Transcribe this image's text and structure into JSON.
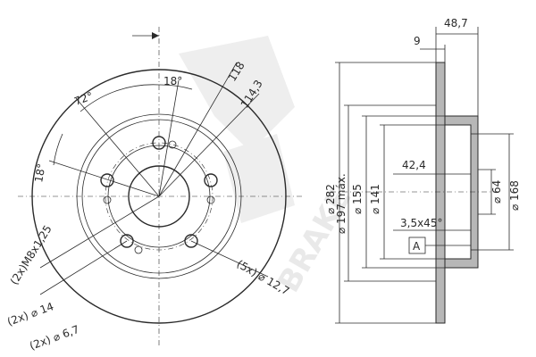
{
  "front_view": {
    "angle_18_top": "18°",
    "angle_72": "72°",
    "angle_18_left": "18°",
    "dim_118": "118",
    "dim_114_3": "114,3",
    "thread": "(2x)M8x1,25",
    "hole_14": "(2x) ⌀ 14",
    "hole_6_7": "(2x) ⌀ 6,7",
    "bolt_holes": "(5x) ⌀ 12,7"
  },
  "side_view": {
    "dim_48_7": "48,7",
    "dim_9": "9",
    "dim_282": "⌀ 282",
    "dim_197": "⌀ 197 máx.",
    "dim_155": "⌀ 155",
    "dim_141": "⌀ 141",
    "dim_42_4": "42,4",
    "dim_64": "⌀ 64",
    "dim_168": "⌀ 168",
    "chamfer": "3,5x45°",
    "datum": "A"
  },
  "watermark": "BRAKE"
}
